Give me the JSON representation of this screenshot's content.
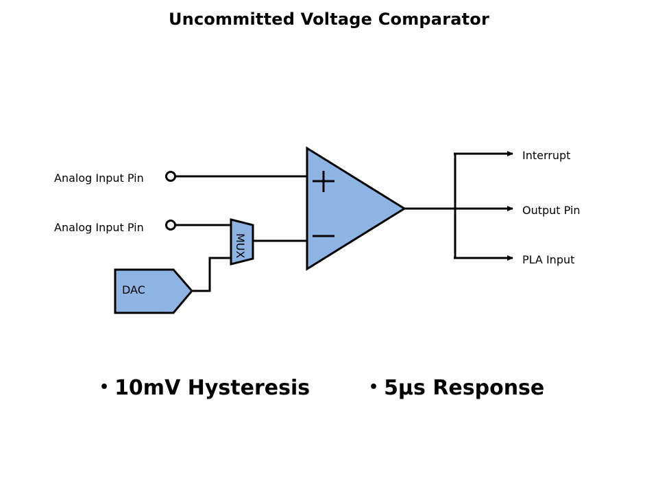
{
  "title": "Uncommitted Voltage Comparator",
  "colors": {
    "block_fill": "#8DB4E2",
    "stroke": "#000000"
  },
  "inputs": [
    {
      "label": "Analog Input Pin"
    },
    {
      "label": "Analog Input Pin"
    }
  ],
  "blocks": {
    "mux": "MUX",
    "dac": "DAC",
    "comparator_plus": "+",
    "comparator_minus": "−"
  },
  "outputs": [
    {
      "label": "Interrupt"
    },
    {
      "label": "Output Pin"
    },
    {
      "label": "PLA Input"
    }
  ],
  "bullets": [
    {
      "marker": "•",
      "text": "10mV Hysteresis"
    },
    {
      "marker": "•",
      "text": "5µs Response"
    }
  ]
}
